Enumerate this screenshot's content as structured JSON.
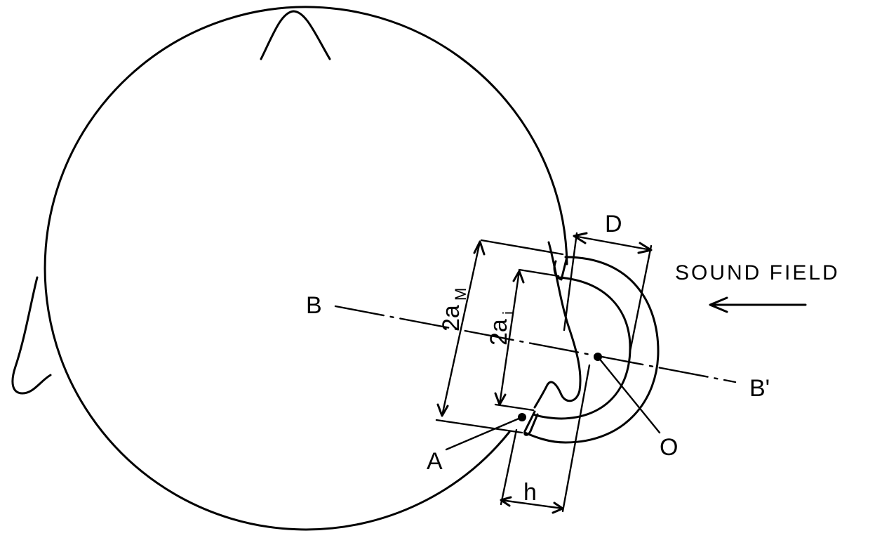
{
  "labels": {
    "sound_field": "SOUND FIELD",
    "b": "B",
    "b_prime": "B'",
    "d": "D",
    "two_a_m_main": "2a",
    "two_a_m_sub": "M",
    "two_a_i_main": "2a",
    "two_a_i_sub": "i",
    "a": "A",
    "o": "O",
    "h": "h"
  }
}
